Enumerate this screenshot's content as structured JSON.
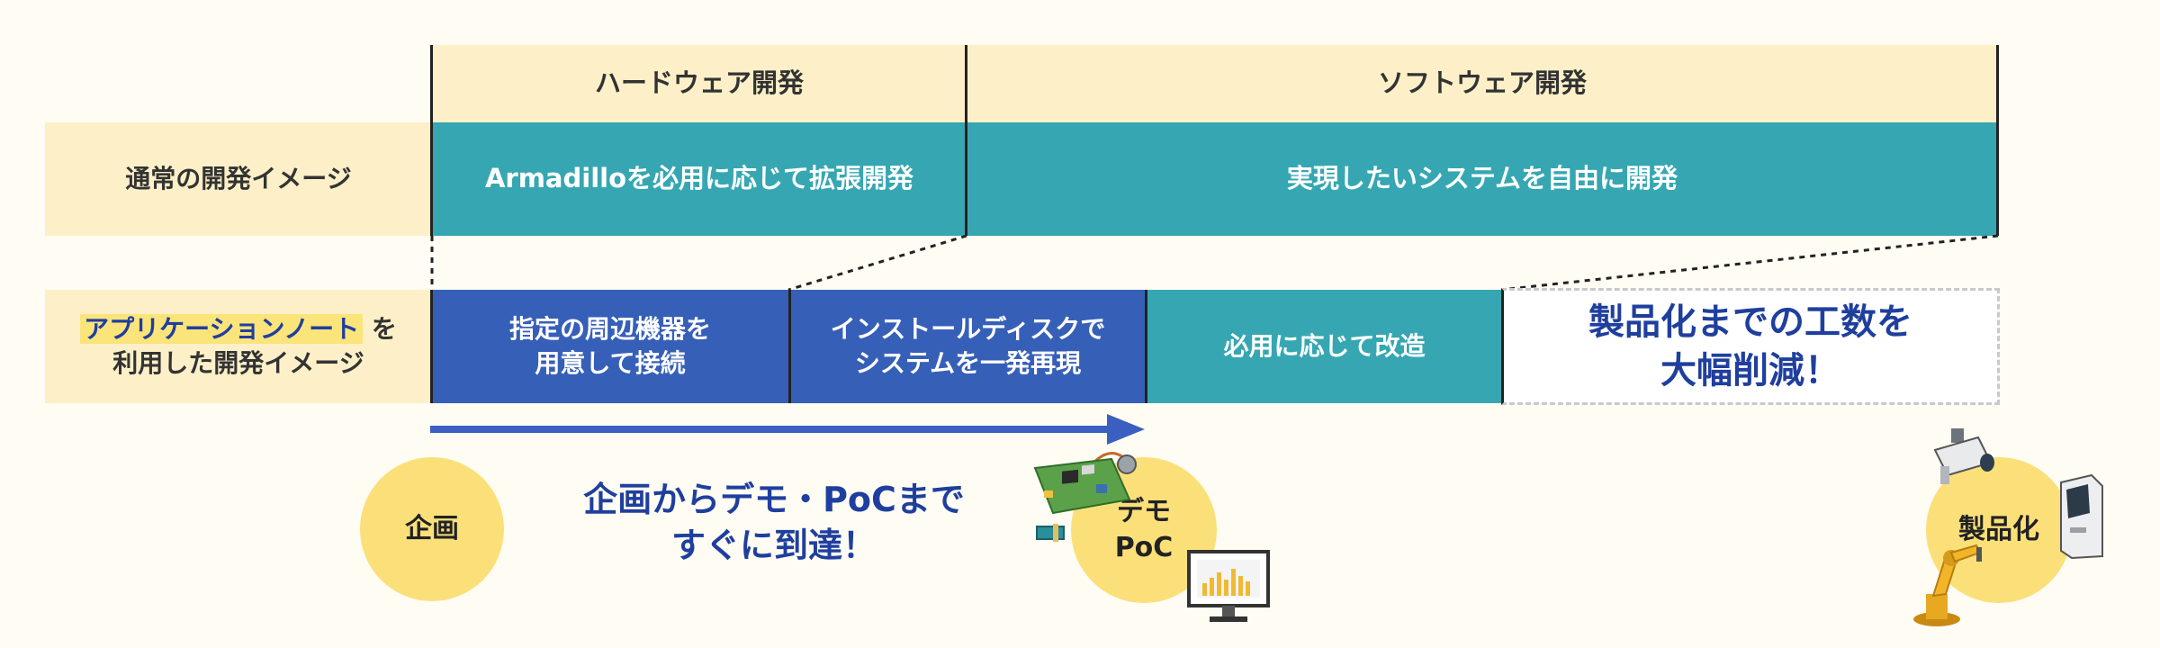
{
  "header": {
    "hardware": "ハードウェア開発",
    "software": "ソフトウェア開発"
  },
  "row_normal": {
    "label": "通常の開発イメージ",
    "hardware_cell": "Armadilloを必用に応じて拡張開発",
    "software_cell": "実現したいシステムを自由に開発"
  },
  "row_app_note": {
    "label_highlight": "アプリケーションノート",
    "label_suffix": "を",
    "label_line2": "利用した開発イメージ",
    "step1_line1": "指定の周辺機器を",
    "step1_line2": "用意して接続",
    "step2_line1": "インストールディスクで",
    "step2_line2": "システムを一発再現",
    "step3": "必用に応じて改造",
    "result_line1": "製品化までの工数を",
    "result_line2": "大幅削減！"
  },
  "timeline": {
    "plan": "企画",
    "demo_line1": "デモ",
    "demo_line2": "PoC",
    "product": "製品化",
    "tagline_line1": "企画からデモ・PoCまで",
    "tagline_line2": "すぐに到達！"
  },
  "colors": {
    "teal": "#36a7b2",
    "blue": "#365fb8",
    "cream": "#fdf0c8",
    "circle": "#fbe07a",
    "accent_text": "#1f3f9e"
  },
  "icons": [
    "circuit-board-icon",
    "monitor-chart-icon",
    "security-camera-icon",
    "kiosk-terminal-icon",
    "robot-arm-icon"
  ]
}
